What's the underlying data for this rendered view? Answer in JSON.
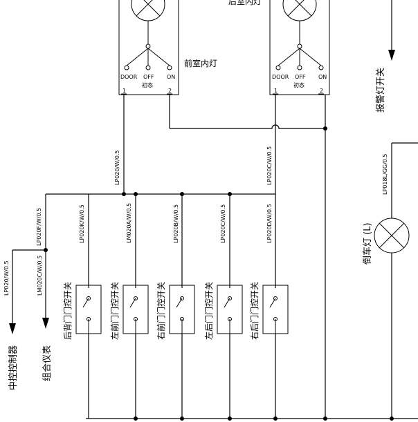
{
  "lamps": {
    "front_lamp_label": "前室内灯",
    "rear_lamp_label": "后室内灯",
    "reverse_lamp_label": "倒车灯 (L)",
    "switch_pos_door": "DOOR",
    "switch_pos_off": "OFF",
    "switch_pos_on": "ON",
    "switch_pos_initial": "初态",
    "terminal_1": "1",
    "terminal_2": "2"
  },
  "wires": {
    "lp020_front": "LP020/W/0.5",
    "lp020c_rear": "LP020C/W/0.5",
    "lp020f": "LP020F/W/0.5",
    "lp020": "LP020/W/0.5",
    "lm020c": "LM020C/W/0.5",
    "lp020k": "LP020K/W/0.5",
    "lm020a": "LM020A/W/0.5",
    "lp020b": "LP020B/W/0.5",
    "lp020c_left": "LP020C/W/0.5",
    "lp020d": "LP020D/W/0.5",
    "lp018l": "LP018L/GG/0.5"
  },
  "switches": {
    "rear_back_door": "后背门门控开关",
    "left_front_door": "左前门门控开关",
    "right_front_door": "右前门门控开关",
    "left_rear_door": "左后门门控开关",
    "right_rear_door": "右后门门控开关"
  },
  "destinations": {
    "central_controller": "中控控制器",
    "instrument_cluster": "组合仪表",
    "alarm_switch": "报警灯开关"
  }
}
